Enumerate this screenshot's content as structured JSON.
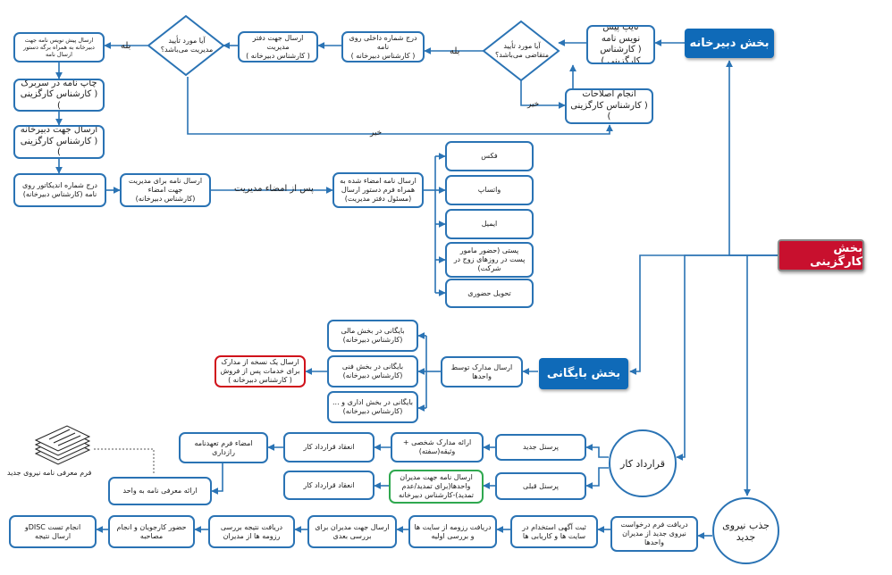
{
  "headers": {
    "secretariat": "بخش دبیرخانه",
    "hr": "بخش کارگزینی",
    "archive": "بخش بایگانی"
  },
  "circles": {
    "contract": "قرارداد کار",
    "recruit": "جذب نیروی\nجدید"
  },
  "decisions": {
    "approved_applicant": "آیا مورد تأیید\nمتقاضی می‌باشد؟",
    "approved_management": "آیا مورد تأیید\nمدیریت می‌باشد؟"
  },
  "secretariat_flow": {
    "type_draft": "تایپ پیش نویس نامه\n( کارشناس کارگزینی )",
    "corrections": "انجام اصلاحات\n( کارشناس کارگزینی )",
    "register_internal": "درج شماره داخلی روی نامه\n( کارشناس دبیرخانه )",
    "send_management_office": "ارسال جهت دفتر مدیریت\n( کارشناس دبیرخانه )",
    "send_draft_to_applicant": "ارسال پیش نویس نامه جهت\nدبیرخانه به همراه برگه دستور\nارسال نامه",
    "print_letterhead": "چاپ نامه در سربرگ\n( کارشناس کارگزینی )",
    "send_secretariat": "ارسال جهت دبیرخانه\n( کارشناس کارگزینی )",
    "register_indicator": "درج شماره اندیکاتور روی\nنامه (کارشناس دبیرخانه)",
    "send_for_signature": "ارسال نامه برای مدیریت\nجهت امضاء\n(کارشناس دبیرخانه)",
    "send_signed": "ارسال نامه امضاء شده به\nهمراه فرم دستور ارسال\n(مسئول دفتر مدیریت)"
  },
  "channels": [
    "فکس",
    "واتساپ",
    "ایمیل",
    "پستی (حضور مامور\nپست در روزهای زوج در\nشرکت)",
    "تحویل حضوری"
  ],
  "labels": {
    "yes1": "بله",
    "yes2": "بله",
    "no1": "خیر",
    "no2": "خیر",
    "after_signature": "پس از امضاء مدیریت"
  },
  "archive_flow": {
    "send_docs": "ارسال مدارک توسط\nواحدها",
    "financial": "بایگانی در بخش مالی\n(کارشناس دبیرخانه)",
    "technical": "بایگانی در بخش فنی\n(کارشناس دبیرخانه)",
    "admin": "بایگانی در بخش اداری و ...\n(کارشناس دبیرخانه)",
    "copy_note": "ارسال یک نسخه از مدارک\nبرای خدمات پس از فروش\n( کارشناس دبیرخانه )"
  },
  "contract_flow": {
    "new_staff": "پرسنل جدید",
    "previous_staff": "پرسنل قبلی",
    "provide_docs": "ارائه مدارک شخصی +\nوثیقه(سفته)",
    "contract_new": "انعقاد قرارداد کار",
    "confidentiality": "امضاء فرم تعهدنامه\nرازداری",
    "intro_letter": "ارائه معرفی نامه به واحد",
    "send_to_managers": "ارسال نامه جهت مدیران\nواحدها(برای تمدید/عدم\nتمدید)-کارشناس دبیرخانه",
    "contract_prev": "انعقاد قرارداد کار",
    "caption": "فرم معرفی نامه نیروی جدید"
  },
  "recruit_flow": {
    "receive_request": "دریافت فرم درخواست\nنیروی جدید از مدیران\nواحدها",
    "post_ads": "ثبت آگهی استخدام در\nسایت ها و کاریابی ها",
    "receive_resumes": "دریافت رزومه از سایت ها\nو بررسی اولیه",
    "send_managers": "ارسال جهت مدیران برای\nبررسی بعدی",
    "review_result": "دریافت نتیجه بررسی\nرزومه ها از مدیران",
    "interview": "حضور کارجویان و انجام\nمصاحبه",
    "disc_test": "انجام تست  DISCو\nارسال نتیجه"
  }
}
